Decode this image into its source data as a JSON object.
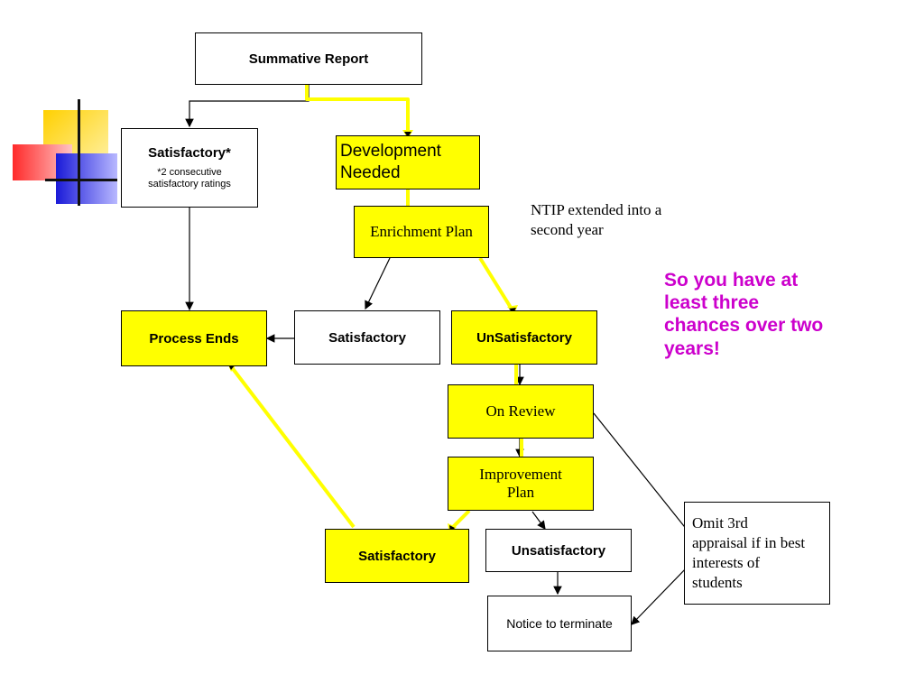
{
  "nodes": {
    "summative_report": "Summative Report",
    "satisfactory_top": {
      "title": "Satisfactory*",
      "note_line1": "*2 consecutive",
      "note_line2": "satisfactory ratings"
    },
    "development_needed": {
      "line1": "Development",
      "line2": "Needed"
    },
    "enrichment_plan": "Enrichment Plan",
    "process_ends": "Process Ends",
    "satisfactory_mid": "Satisfactory",
    "unsatisfactory_mid": "UnSatisfactory",
    "on_review": "On Review",
    "improvement_plan": {
      "line1": "Improvement",
      "line2": "Plan"
    },
    "satisfactory_bottom": "Satisfactory",
    "unsatisfactory_bottom": "Unsatisfactory",
    "notice_to_terminate": "Notice to terminate",
    "omit_third": {
      "line1": "Omit 3rd",
      "line2": "appraisal if in best",
      "line3": "interests of",
      "line4": "students"
    }
  },
  "notes": {
    "ntip": {
      "line1": "NTIP extended into a",
      "line2": "second year"
    },
    "callout": {
      "line1": "So you have at",
      "line2": "least three",
      "line3": "chances over two",
      "line4": "years!"
    }
  },
  "colors": {
    "highlight": "#ffff00",
    "callout": "#cc00cc",
    "deco_red": "#ff3333",
    "deco_blue": "#2222dd",
    "deco_yellow": "#ffcc00"
  }
}
